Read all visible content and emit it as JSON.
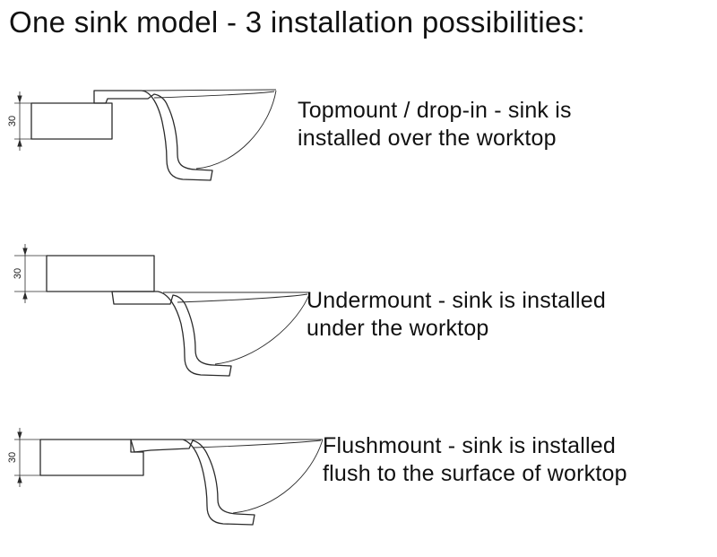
{
  "title": "One sink model - 3 installation possibilities:",
  "dimension_label": "30",
  "rows": [
    {
      "id": "topmount",
      "label_line1": "Topmount / drop-in - sink is",
      "label_line2": "installed over the worktop"
    },
    {
      "id": "undermount",
      "label_line1": "Undermount - sink is installed",
      "label_line2": "under the worktop"
    },
    {
      "id": "flushmount",
      "label_line1": "Flushmount - sink is installed",
      "label_line2": "flush to the surface of worktop"
    }
  ],
  "colors": {
    "background": "#ffffff",
    "line": "#2b2b2b",
    "text": "#111111"
  }
}
